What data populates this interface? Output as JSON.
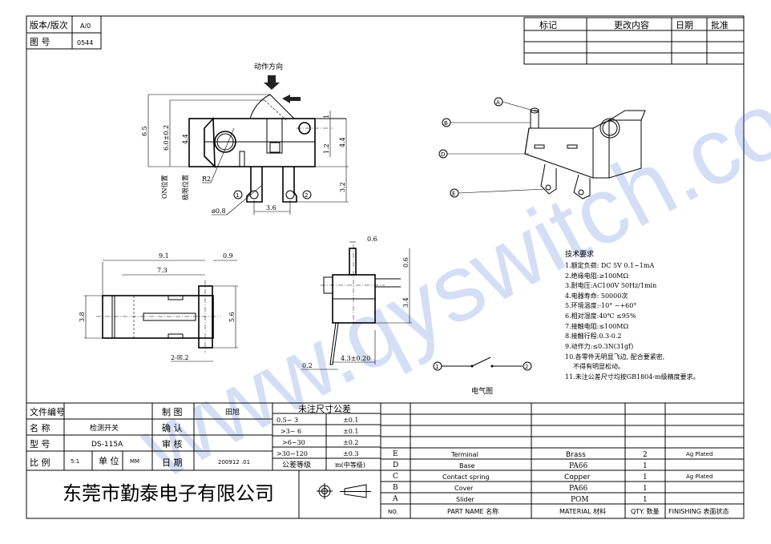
{
  "header": {
    "version_label": "版本/版次",
    "version_value": "A/0",
    "drawing_no_label": "图 号",
    "drawing_no_value": "0544"
  },
  "revision_table": {
    "columns": [
      "标记",
      "更改内容",
      "日期",
      "批准"
    ]
  },
  "watermark": "www.qyswitch.com",
  "views": {
    "action_direction": "动作方向",
    "top_dims": {
      "d65": "6.5",
      "d60": "6.0±0.2",
      "d44a": "4.4",
      "d1": "1",
      "d12": "1.2",
      "d44b": "4.4",
      "d32": "3.2",
      "r2": "R2",
      "phi08": "ø0.8",
      "d36": "3.6",
      "on_pos": "ON位置",
      "limit_pos": "极限位置",
      "pin1": "1",
      "pin2": "2"
    },
    "side_dims": {
      "d91": "9.1",
      "d09": "0.9",
      "d73": "7.3",
      "d38": "3.8",
      "d56": "5.6",
      "d2x2": "2-☒.2"
    },
    "front_dims": {
      "d06a": "0.6",
      "d06b": "0.6",
      "d34": "3.4",
      "d43": "4.3±0.20",
      "d02": "0.2"
    },
    "iso_labels": [
      "A",
      "B",
      "D",
      "E"
    ],
    "circuit": {
      "pin1": "1",
      "pin2": "2",
      "caption": "电气图"
    }
  },
  "tech_requirements": {
    "title": "技术要求",
    "items": [
      "1.额定负荷: DC 5V  0.1~1mA",
      "2.绝缘电阻:≥100MΩ",
      "3.耐电压:AC100V 50Hz/1min",
      "4.电器寿命: 50000次",
      "5.环境温度:-10° ~+60°",
      "6.相对湿度:40℃  ≤95%",
      "7.接触电阻:≤100MΩ",
      "8.接触行程:0.3-0.2",
      "9.动作力:≤0.3N(31gf)",
      "10.各零件无明显飞边, 配合要紧密,",
      "不得有明显松动。",
      "11.未注公差尺寸均按GB1804-m级精度要求。"
    ]
  },
  "title_block": {
    "file_no_label": "文件编号",
    "file_no_value": "",
    "name_label": "名 称",
    "name_value": "检测开关",
    "model_label": "型 号",
    "model_value": "DS-115A",
    "scale_label": "比 例",
    "scale_value": "5:1",
    "unit_label": "单 位",
    "unit_value": "MM",
    "drawn_label": "制 图",
    "drawn_value": "田旭",
    "confirm_label": "确 认",
    "confirm_value": "",
    "review_label": "审 核",
    "review_value": "",
    "date_label": "日 期",
    "date_value": "200912 .01",
    "company": "东莞市勤泰电子有限公司"
  },
  "tolerance": {
    "title": "未注尺寸公差",
    "rows": [
      [
        "0.5~ 3",
        "±0.1"
      ],
      [
        ">3~ 6",
        "±0.1"
      ],
      [
        ">6~30",
        "±0.2"
      ],
      [
        ">30~120",
        "±0.3"
      ]
    ],
    "grade_label": "公差等级",
    "grade_value": "m(中等级)"
  },
  "bom": {
    "rows": [
      {
        "no": "E",
        "part": "Terminal",
        "material": "Brass",
        "qty": "2",
        "finish": "Ag  Plated"
      },
      {
        "no": "D",
        "part": "Base",
        "material": "PA66",
        "qty": "1",
        "finish": ""
      },
      {
        "no": "C",
        "part": "Contact spring",
        "material": "Copper",
        "qty": "1",
        "finish": "Ag  Plated"
      },
      {
        "no": "B",
        "part": "Cover",
        "material": "PA66",
        "qty": "1",
        "finish": ""
      },
      {
        "no": "A",
        "part": "Slider",
        "material": "POM",
        "qty": "1",
        "finish": ""
      }
    ],
    "header": {
      "no": "NO.",
      "part": "PART  NAME 名称",
      "material": "MATERIAL 材料",
      "qty": "QTY. 数量",
      "finish": "FINISHING 表面状态"
    }
  }
}
